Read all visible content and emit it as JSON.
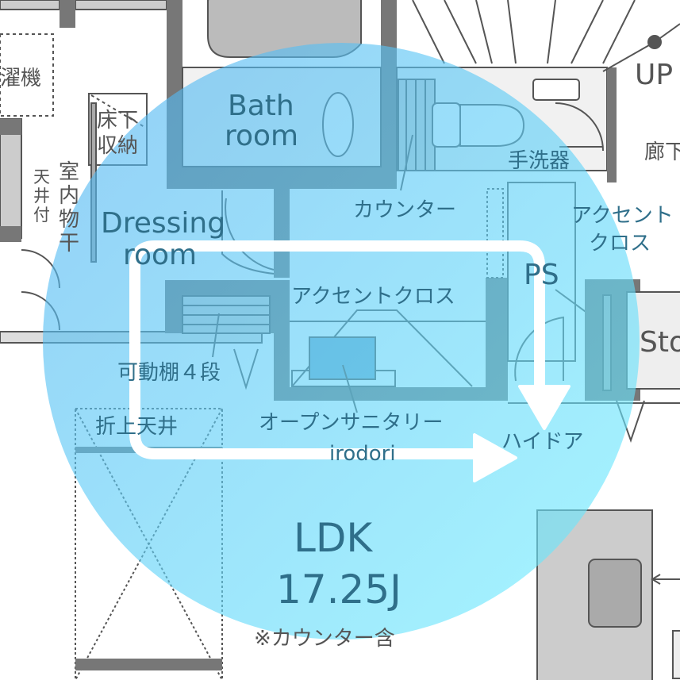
{
  "labels": {
    "washer": "濯機",
    "underfloor_storage_1": "床下",
    "underfloor_storage_2": "収納",
    "indoor_drying_1": "室",
    "indoor_drying_2": "内",
    "indoor_drying_3": "物",
    "indoor_drying_4": "干",
    "ceiling_mount_1": "天",
    "ceiling_mount_2": "井",
    "ceiling_mount_3": "付",
    "bath_1": "Bath",
    "bath_2": "room",
    "dressing_1": "Dressing",
    "dressing_2": "room",
    "counter": "カウンター",
    "hand_washer": "手洗器",
    "up": "UP",
    "corridor": "廊下",
    "accent_cloth_right_1": "アクセント",
    "accent_cloth_right_2": "クロス",
    "ps": "PS",
    "accent_cloth": "アクセントクロス",
    "adjustable_shelf": "可動棚４段",
    "open_sanitary": "オープンサニタリー",
    "iroderi": "irodori",
    "high_door": "ハイドア",
    "storage": "Sto",
    "raised_ceiling": "折上天井",
    "ldk": "LDK",
    "ldk_size": "17.25J",
    "ldk_note": "※カウンター含"
  },
  "colors": {
    "wall": "#777777",
    "line": "#555555",
    "highlight_start": "#4fb0f0",
    "highlight_end": "#6ff0ff",
    "arrow": "#ffffff"
  }
}
